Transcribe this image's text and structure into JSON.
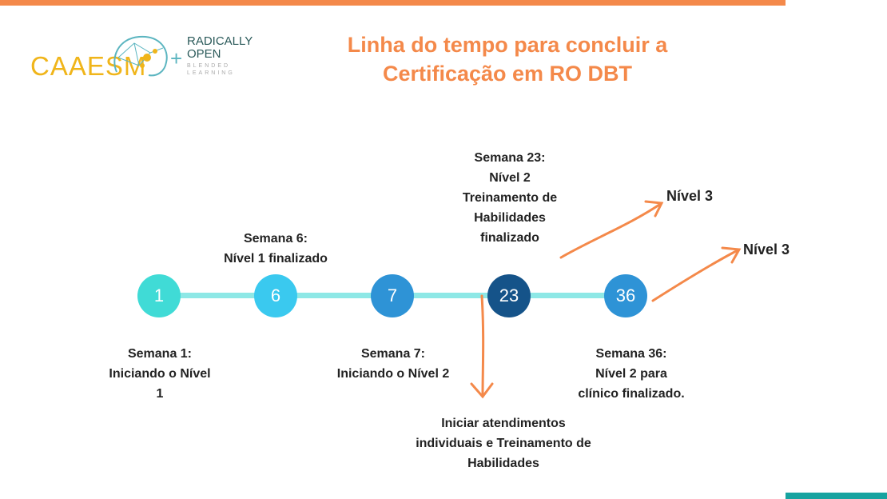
{
  "logo": {
    "caaesm": "CAAESM",
    "plus": "+",
    "radically": "RADICALLY",
    "open": "OPEN",
    "blended": "BLENDED",
    "learning": "LEARNING"
  },
  "title": {
    "line1": "Linha do tempo para concluir a",
    "line2": "Certificação em RO DBT"
  },
  "colors": {
    "accent": "#f4894a",
    "line": "#8ee8e6"
  },
  "nodes": [
    {
      "label": "1",
      "color": "#40dbd6"
    },
    {
      "label": "6",
      "color": "#3ac9ef"
    },
    {
      "label": "7",
      "color": "#2e93d6"
    },
    {
      "label": "23",
      "color": "#155389"
    },
    {
      "label": "36",
      "color": "#2e93d6"
    }
  ],
  "labels": {
    "w1": [
      "Semana 1:",
      "Iniciando o Nível",
      "1"
    ],
    "w6": [
      "Semana 6:",
      "Nível 1 finalizado"
    ],
    "w7": [
      "Semana 7:",
      "Iniciando o Nível 2"
    ],
    "w23": [
      "Semana 23:",
      "Nível 2",
      "Treinamento de",
      "Habilidades",
      "finalizado"
    ],
    "w36": [
      "Semana 36:",
      "Nível 2 para",
      "clínico finalizado."
    ],
    "iniciar": [
      "Iniciar atendimentos",
      "individuais e Treinamento de",
      "Habilidades"
    ],
    "nivel3a": "Nível 3",
    "nivel3b": "Nível 3"
  }
}
